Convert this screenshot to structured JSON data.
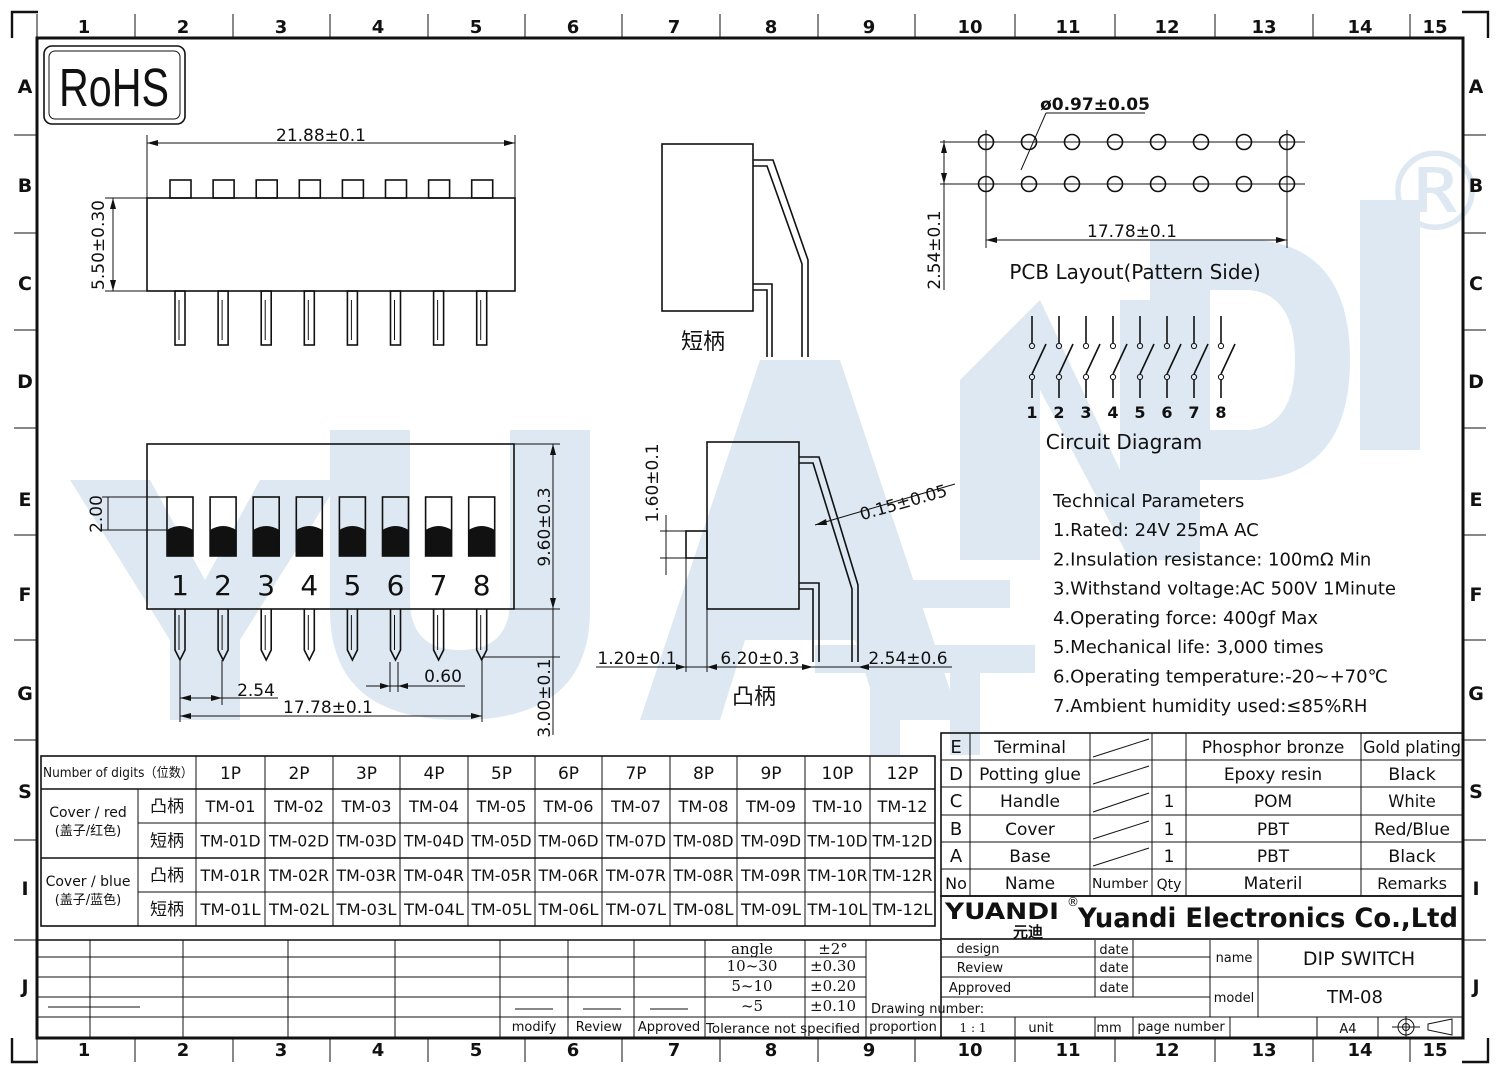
{
  "colors": {
    "ink": "#111111",
    "watermark": "#dde8f2",
    "paper": "#ffffff"
  },
  "border": {
    "columns": [
      "1",
      "2",
      "3",
      "4",
      "5",
      "6",
      "7",
      "8",
      "9",
      "10",
      "11",
      "12",
      "13",
      "14",
      "15"
    ],
    "rows": [
      "A",
      "B",
      "C",
      "D",
      "E",
      "F",
      "G",
      "S",
      "I",
      "J"
    ]
  },
  "rohs": "RoHS",
  "watermark": {
    "registered": "®"
  },
  "top_view": {
    "dim_width": "21.88±0.1",
    "dim_height": "5.50±0.30"
  },
  "short_handle": {
    "label": "短柄"
  },
  "front_view": {
    "dim_slot": "2.00",
    "dim_height": "9.60±0.3",
    "dim_pin": "3.00±0.1",
    "dim_pitch": "2.54",
    "dim_pin_width": "0.60",
    "dim_span": "17.78±0.1",
    "numbers": [
      "1",
      "2",
      "3",
      "4",
      "5",
      "6",
      "7",
      "8"
    ]
  },
  "raised_handle": {
    "label": "凸柄",
    "dim_handle": "1.60±0.1",
    "dim_thickness": "0.15±0.05",
    "dim_left": "1.20±0.1",
    "dim_body": "6.20±0.3",
    "dim_lead": "2.54±0.6"
  },
  "pcb": {
    "hole": "ø0.97±0.05",
    "span": "17.78±0.1",
    "row_pitch": "2.54±0.1",
    "title": "PCB  Layout(Pattern  Side)"
  },
  "circuit": {
    "title": "Circuit  Diagram",
    "numbers": [
      "1",
      "2",
      "3",
      "4",
      "5",
      "6",
      "7",
      "8"
    ]
  },
  "tech": {
    "title": "Technical Parameters",
    "items": [
      "1.Rated: 24V 25mA  AC",
      "2.Insulation resistance: 100mΩ Min",
      "3.Withstand voltage:AC 500V 1Minute",
      "4.Operating force: 400gf Max",
      "5.Mechanical life: 3,000 times",
      "6.Operating temperature:-20~+70℃",
      "7.Ambient humidity used:≤85%RH"
    ]
  },
  "part_table": {
    "header_label": "Number of digits（位数）",
    "digits": [
      "1P",
      "2P",
      "3P",
      "4P",
      "5P",
      "6P",
      "7P",
      "8P",
      "9P",
      "10P",
      "12P"
    ],
    "groups": [
      {
        "label1": "Cover / red",
        "label2": "(盖子/红色)",
        "rows": [
          {
            "type": "凸柄",
            "codes": [
              "TM-01",
              "TM-02",
              "TM-03",
              "TM-04",
              "TM-05",
              "TM-06",
              "TM-07",
              "TM-08",
              "TM-09",
              "TM-10",
              "TM-12"
            ]
          },
          {
            "type": "短柄",
            "codes": [
              "TM-01D",
              "TM-02D",
              "TM-03D",
              "TM-04D",
              "TM-05D",
              "TM-06D",
              "TM-07D",
              "TM-08D",
              "TM-09D",
              "TM-10D",
              "TM-12D"
            ]
          }
        ]
      },
      {
        "label1": "Cover / blue",
        "label2": "(盖子/蓝色)",
        "rows": [
          {
            "type": "凸柄",
            "codes": [
              "TM-01R",
              "TM-02R",
              "TM-03R",
              "TM-04R",
              "TM-05R",
              "TM-06R",
              "TM-07R",
              "TM-08R",
              "TM-09R",
              "TM-10R",
              "TM-12R"
            ]
          },
          {
            "type": "短柄",
            "codes": [
              "TM-01L",
              "TM-02L",
              "TM-03L",
              "TM-04L",
              "TM-05L",
              "TM-06L",
              "TM-07L",
              "TM-08L",
              "TM-09L",
              "TM-10L",
              "TM-12L"
            ]
          }
        ]
      }
    ]
  },
  "bom": {
    "rows": [
      {
        "no": "E",
        "name": "Terminal",
        "qty": "",
        "material": "Phosphor bronze",
        "remarks": "Gold plating"
      },
      {
        "no": "D",
        "name": "Potting glue",
        "qty": "",
        "material": "Epoxy resin",
        "remarks": "Black"
      },
      {
        "no": "C",
        "name": "Handle",
        "qty": "1",
        "material": "POM",
        "remarks": "White"
      },
      {
        "no": "B",
        "name": "Cover",
        "qty": "1",
        "material": "PBT",
        "remarks": "Red/Blue"
      },
      {
        "no": "A",
        "name": "Base",
        "qty": "1",
        "material": "PBT",
        "remarks": "Black"
      }
    ],
    "header": {
      "no": "No",
      "name": "Name",
      "number": "Number",
      "qty": "Qty",
      "material": "Materil",
      "remarks": "Remarks"
    }
  },
  "company": {
    "logo": "YUANDI",
    "logo_cn": "元迪",
    "logo_mark": "®",
    "name": "Yuandi Electronics Co.,Ltd"
  },
  "tolerance": {
    "rows": [
      {
        "range": "angle",
        "tol": "±2°"
      },
      {
        "range": "10~30",
        "tol": "±0.30"
      },
      {
        "range": "5~10",
        "tol": "±0.20"
      },
      {
        "range": "~5",
        "tol": "±0.10"
      }
    ],
    "note": "Tolerance not specified",
    "modify": "modify",
    "review": "Review",
    "approved": "Approved"
  },
  "title_block": {
    "design": "design",
    "review": "Review",
    "approved": "Approved",
    "date": "date",
    "name_label": "name",
    "name_value": "DIP SWITCH",
    "model_label": "model",
    "model_value": "TM-08",
    "drawing_number": "Drawing number:",
    "proportion": "proportion",
    "scale": "1 : 1",
    "unit": "unit",
    "unit_value": "mm",
    "page_number": "page number",
    "paper": "A4"
  }
}
